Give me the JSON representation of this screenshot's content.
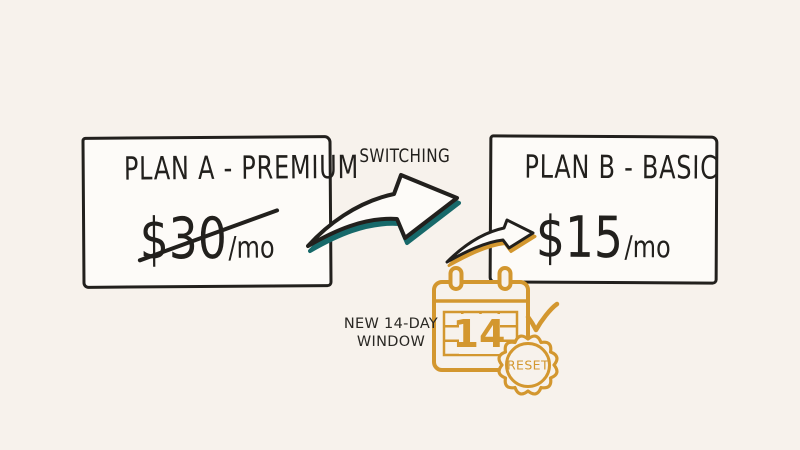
{
  "palette": {
    "background": "#f7f2ec",
    "paper": "#fdfbf8",
    "ink": "#22201d",
    "teal_shadow": "#17696a",
    "orange_accent": "#d3972f"
  },
  "plan_a": {
    "title": "PLAN A - PREMIUM",
    "price": "$30",
    "unit": "/mo",
    "price_struck_out": true
  },
  "switching": {
    "label": "SWITCHING"
  },
  "plan_b": {
    "title": "PLAN B - BASIC",
    "price": "$15",
    "unit": "/mo"
  },
  "calendar": {
    "day": "14"
  },
  "badge": {
    "label": "RESET"
  },
  "note": {
    "line1": "NEW 14-DAY",
    "line2": "WINDOW"
  }
}
